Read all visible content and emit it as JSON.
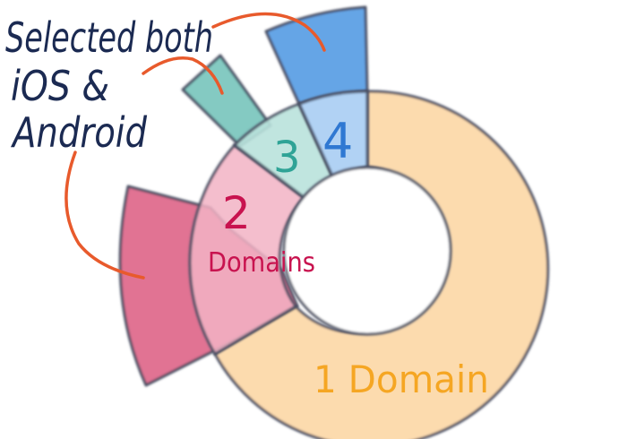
{
  "annotation": {
    "lines": [
      "Selected both",
      "iOS &",
      "Android"
    ],
    "color": "#1b2a52",
    "arrow_color": "#e85a2c"
  },
  "ring_labels": {
    "one_domain": "1 Domain",
    "two_number": "2",
    "two_word": "Domains",
    "three": "3",
    "four": "4"
  },
  "segments": [
    {
      "name": "1 Domain",
      "color": "#fbd29a",
      "text_color": "#f5a623"
    },
    {
      "name": "2 Domains",
      "color": "#f2b3c4",
      "outer_color": "#d94c74",
      "text_color": "#c8134f"
    },
    {
      "name": "3",
      "color": "#b9e2dc",
      "outer_color": "#5bb8ad",
      "text_color": "#2fa396"
    },
    {
      "name": "4",
      "color": "#a9cdf3",
      "outer_color": "#3f8fe0",
      "text_color": "#2f78d2"
    }
  ]
}
